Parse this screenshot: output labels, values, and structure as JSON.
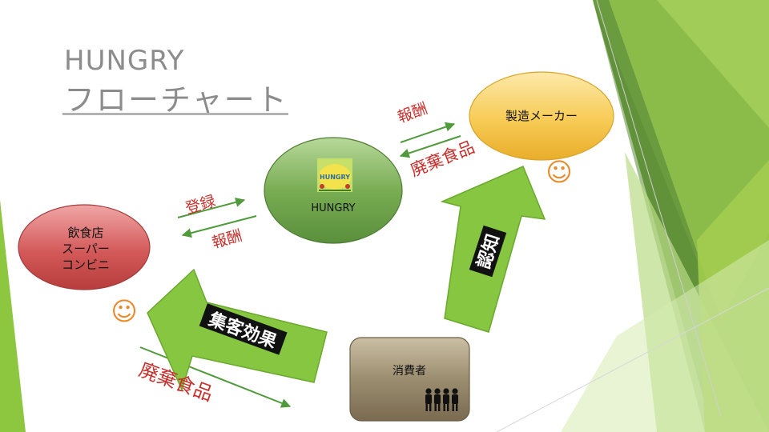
{
  "slide": {
    "title_line1": "HUNGRY",
    "title_line2": "フローチャート"
  },
  "nodes": {
    "restaurant": {
      "lines": [
        "飲食店",
        "スーパー",
        "コンビニ"
      ]
    },
    "hungry": {
      "label": "HUNGRY",
      "logo_text": "HUNGRY"
    },
    "maker": {
      "label": "製造メーカー"
    },
    "consumer": {
      "label": "消費者"
    }
  },
  "edges": {
    "register": "登録",
    "reward_left": "報酬",
    "reward_right": "報酬",
    "waste_right": "廃棄食品",
    "waste_bottom": "廃棄食品"
  },
  "big_arrows": {
    "customer_attraction": "集客効果",
    "awareness": "認知"
  },
  "icons": {
    "smiley": "☺",
    "people": "people-icon"
  },
  "colors": {
    "accent_green": "#8dc63f",
    "arrow_green": "#7cb82f",
    "red_text": "#c8302c",
    "restaurant_fill": "#c94a4a",
    "hungry_fill": "#6a9e48",
    "maker_fill": "#f3c44e",
    "consumer_fill": "#8c7d62"
  }
}
